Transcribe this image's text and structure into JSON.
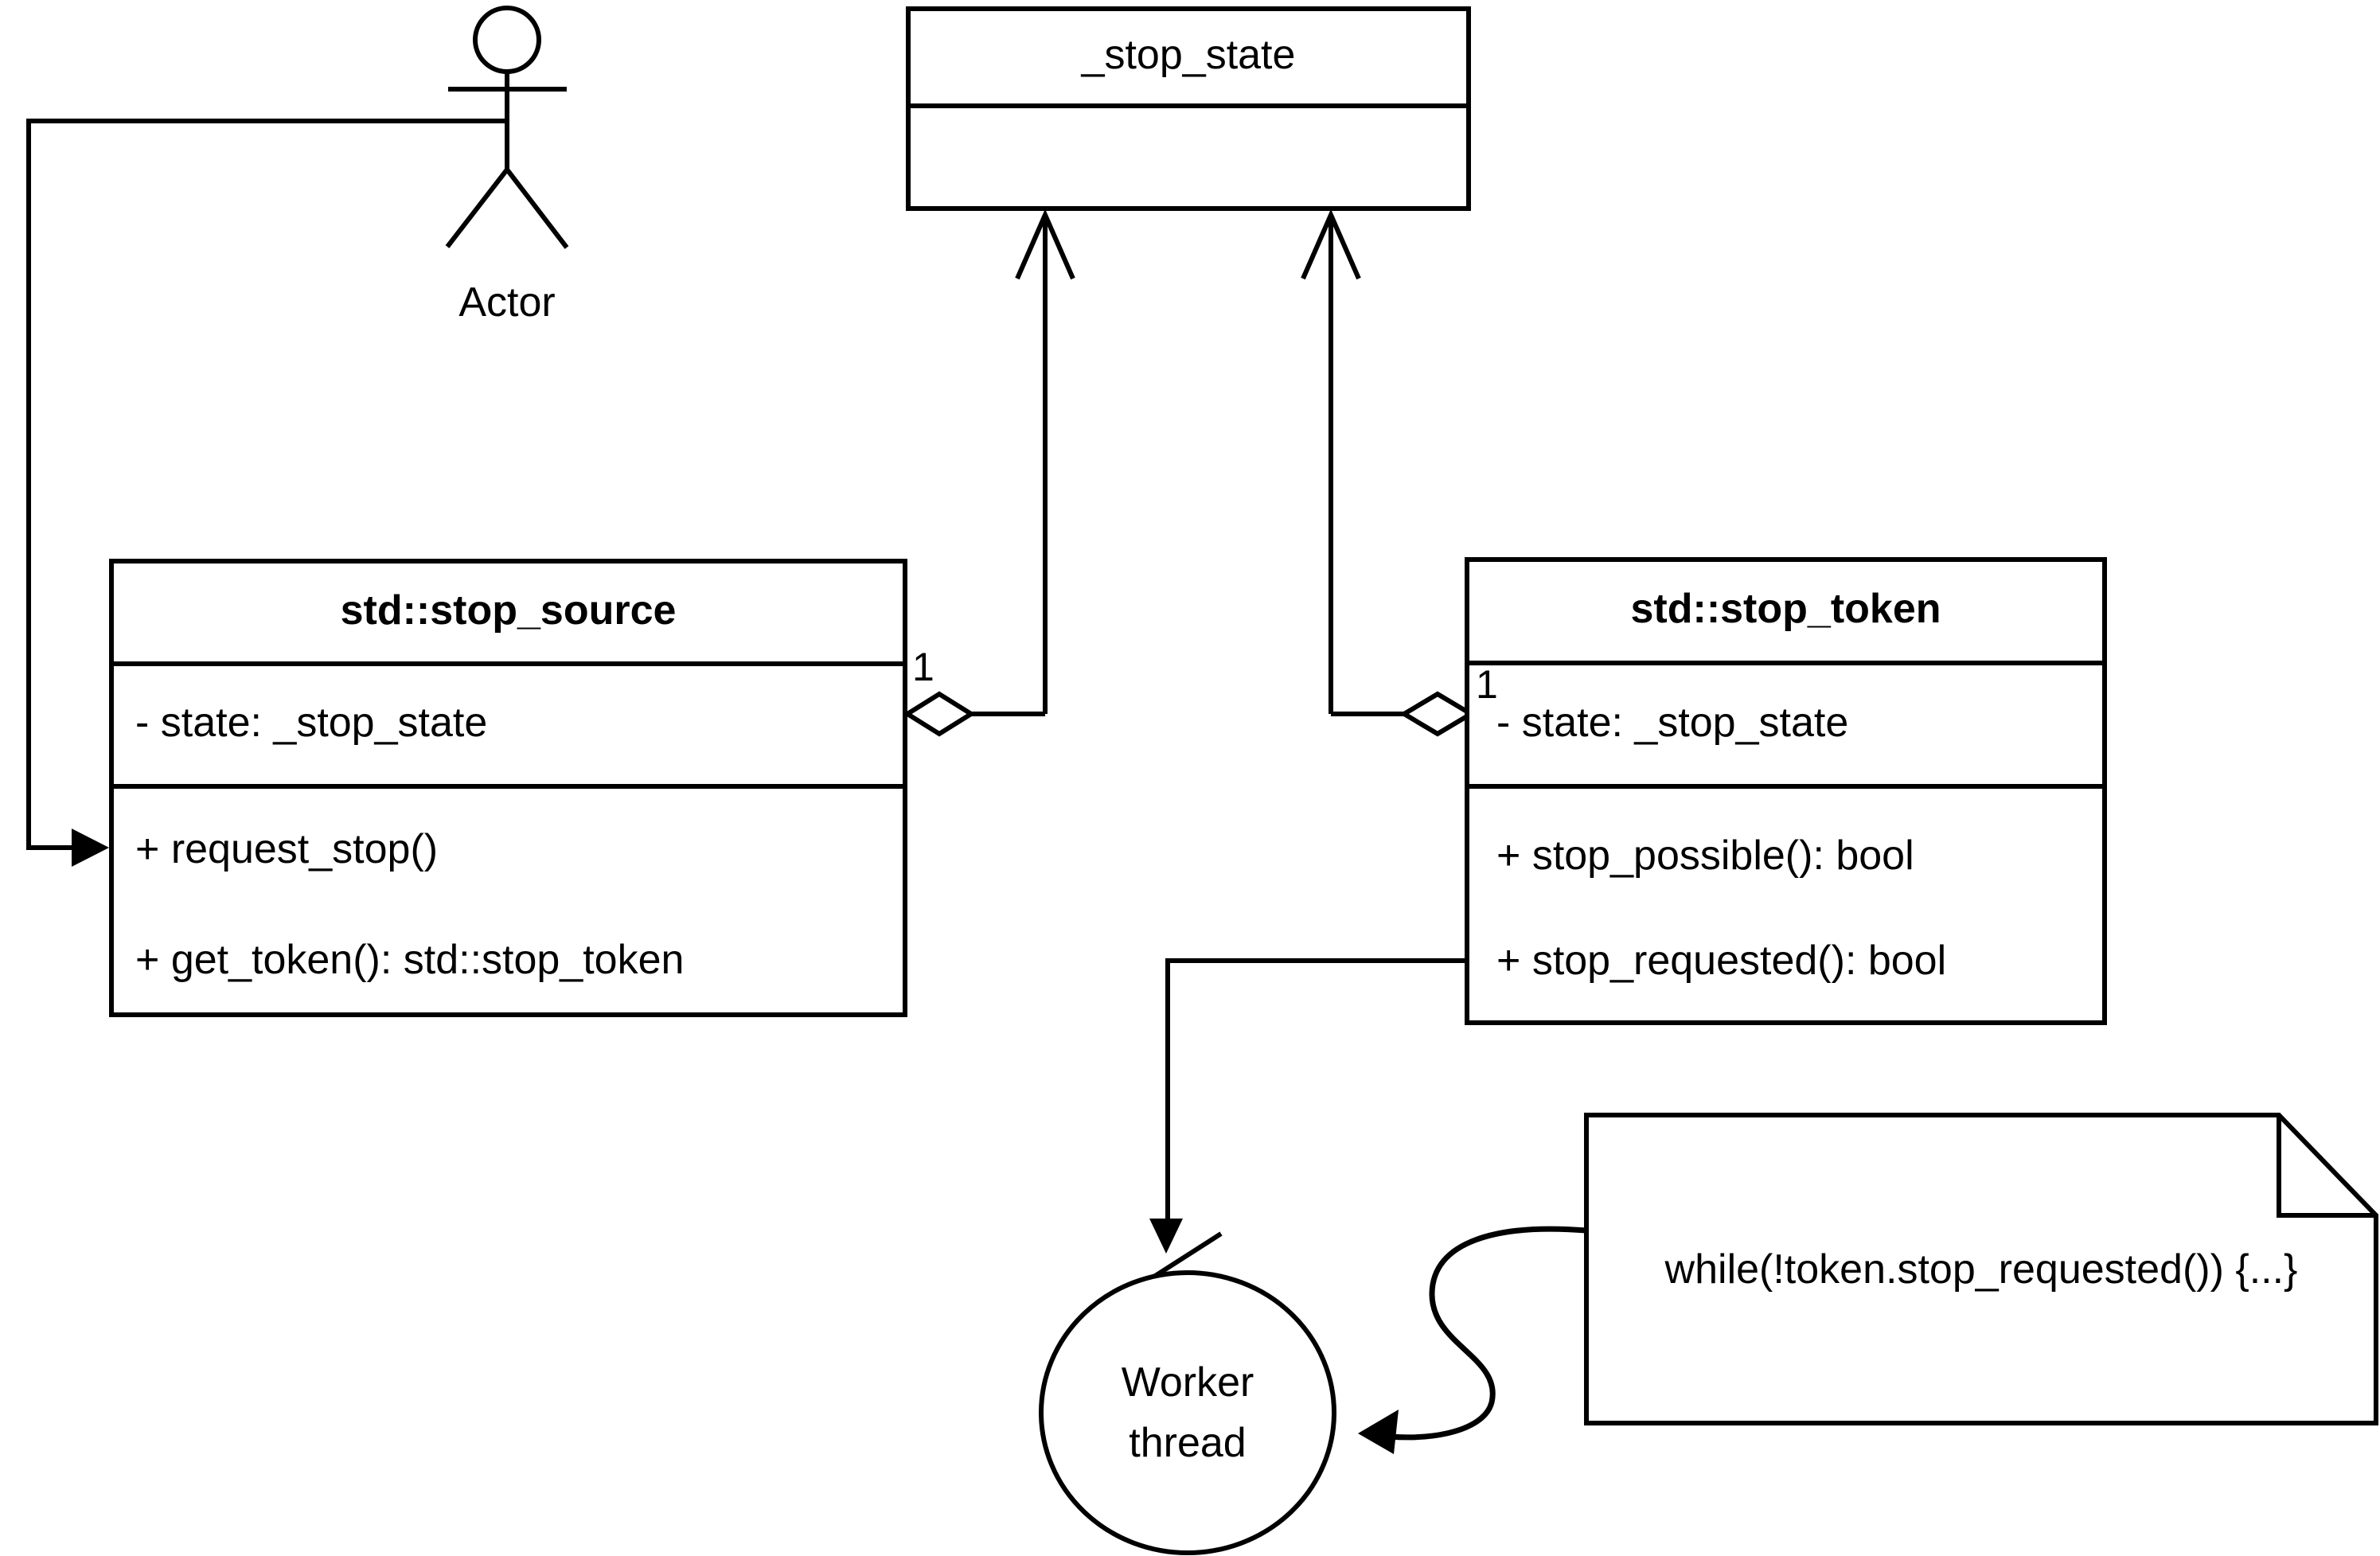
{
  "diagram": {
    "background": "#ffffff",
    "stroke_color": "#000000",
    "actor": {
      "label": "Actor"
    },
    "stop_state": {
      "title": "_stop_state"
    },
    "stop_source": {
      "title": "std::stop_source",
      "attributes": [
        "- state: _stop_state"
      ],
      "methods": [
        "+ request_stop()",
        "+ get_token(): std::stop_token"
      ],
      "multiplicity": "1"
    },
    "stop_token": {
      "title": "std::stop_token",
      "attributes": [
        "- state: _stop_state"
      ],
      "methods": [
        "+ stop_possible(): bool",
        "+ stop_requested(): bool"
      ],
      "multiplicity": "1"
    },
    "worker": {
      "label_line1": "Worker",
      "label_line2": "thread"
    },
    "note": {
      "text": "while(!token.stop_requested()) {...}"
    }
  }
}
